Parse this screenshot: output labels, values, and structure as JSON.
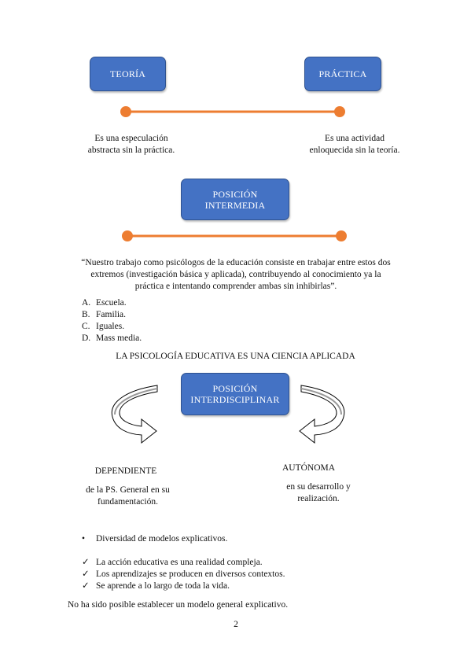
{
  "boxes": {
    "teoria": "TEORÍA",
    "practica": "PRÁCTICA",
    "intermedia_1": "POSICIÓN",
    "intermedia_2": "INTERMEDIA",
    "interdisciplinar_1": "POSICIÓN",
    "interdisciplinar_2": "INTERDISCIPLINAR"
  },
  "captions": {
    "teoria_1": "Es una especulación",
    "teoria_2": "abstracta sin la práctica.",
    "practica_1": "Es una actividad",
    "practica_2": "enloquecida sin la teoría."
  },
  "quote": {
    "line1": "“Nuestro trabajo como psicólogos de la educación consiste en trabajar entre estos dos",
    "line2": "extremos (investigación básica y aplicada), contribuyendo al conocimiento ya la",
    "line3": "práctica e intentando comprender ambas sin inhibirlas”."
  },
  "abcd": [
    {
      "marker": "A.",
      "text": "Escuela."
    },
    {
      "marker": "B.",
      "text": "Familia."
    },
    {
      "marker": "C.",
      "text": "Iguales."
    },
    {
      "marker": "D.",
      "text": "Mass media."
    }
  ],
  "heading": "LA PSICOLOGÍA EDUCATIVA ES UNA CIENCIA APLICADA",
  "dependiente": {
    "title": "DEPENDIENTE",
    "line1": "de la PS. General en su",
    "line2": "fundamentación."
  },
  "autonoma": {
    "title": "AUTÓNOMA",
    "line1": "en su desarrollo y",
    "line2": "realización."
  },
  "bullet": {
    "marker": "•",
    "text": "Diversidad de modelos explicativos."
  },
  "checks": [
    {
      "marker": "✓",
      "text": "La acción educativa es una realidad compleja."
    },
    {
      "marker": "✓",
      "text": "Los aprendizajes se producen en diversos contextos."
    },
    {
      "marker": "✓",
      "text": "Se aprende a lo largo de toda la vida."
    }
  ],
  "conclusion": "No ha sido posible establecer un modelo general explicativo.",
  "page_number": "2",
  "colors": {
    "box": "#4472c4",
    "line": "#ed7d31"
  }
}
